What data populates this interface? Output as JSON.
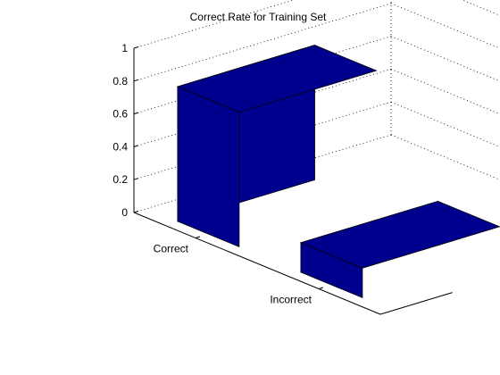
{
  "chart_data": {
    "type": "bar",
    "style": "3d",
    "title": "Correct Rate for Training Set",
    "categories": [
      "Correct",
      "Incorrect"
    ],
    "values": [
      0.82,
      0.18
    ],
    "ylim": [
      0,
      1
    ],
    "yticks": [
      0,
      0.2,
      0.4,
      0.6,
      0.8,
      1
    ],
    "ytick_labels": [
      "0",
      "0.2",
      "0.4",
      "0.6",
      "0.8",
      "1"
    ],
    "grid": true,
    "bar_color": "#00008f"
  }
}
